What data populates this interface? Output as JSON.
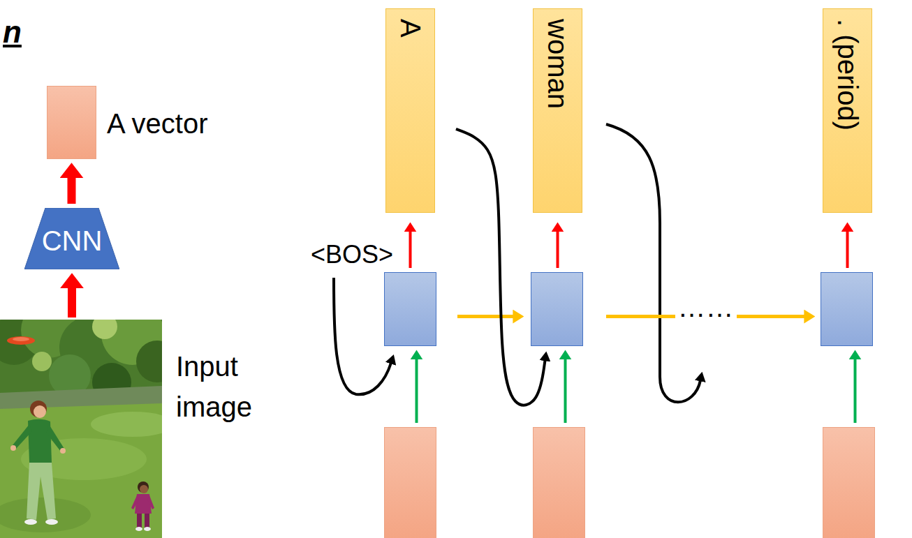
{
  "diagram": {
    "title": "n",
    "nodes": [
      {
        "text": [
          "A vector"
        ]
      },
      {
        "text": [
          "CNN"
        ]
      },
      {
        "text": [
          "Input image"
        ]
      },
      {
        "text": [
          "A"
        ]
      },
      {
        "text": [
          "woman"
        ]
      },
      {
        "text": [
          ". (period)"
        ]
      },
      {
        "text": []
      },
      {
        "text": []
      },
      {
        "text": []
      },
      {
        "text": []
      },
      {
        "text": []
      },
      {
        "text": []
      }
    ],
    "edges": [
      {
        "from": 2,
        "to": 1,
        "arrow": "to"
      },
      {
        "from": 1,
        "to": 0,
        "arrow": "to"
      },
      {
        "from": 9,
        "to": 6,
        "arrow": "to"
      },
      {
        "from": 10,
        "to": 7,
        "arrow": "to"
      },
      {
        "from": 11,
        "to": 8,
        "arrow": "to"
      },
      {
        "from": 6,
        "to": 3,
        "arrow": "to"
      },
      {
        "from": 7,
        "to": 4,
        "arrow": "to"
      },
      {
        "from": 8,
        "to": 5,
        "arrow": "to"
      },
      {
        "from": 6,
        "to": 7,
        "arrow": "to"
      },
      {
        "from": 7,
        "to": 8,
        "arrow": "to",
        "label": "……"
      },
      {
        "from": 3,
        "to": 7,
        "arrow": "to"
      }
    ],
    "labels": [
      "<BOS>"
    ]
  }
}
